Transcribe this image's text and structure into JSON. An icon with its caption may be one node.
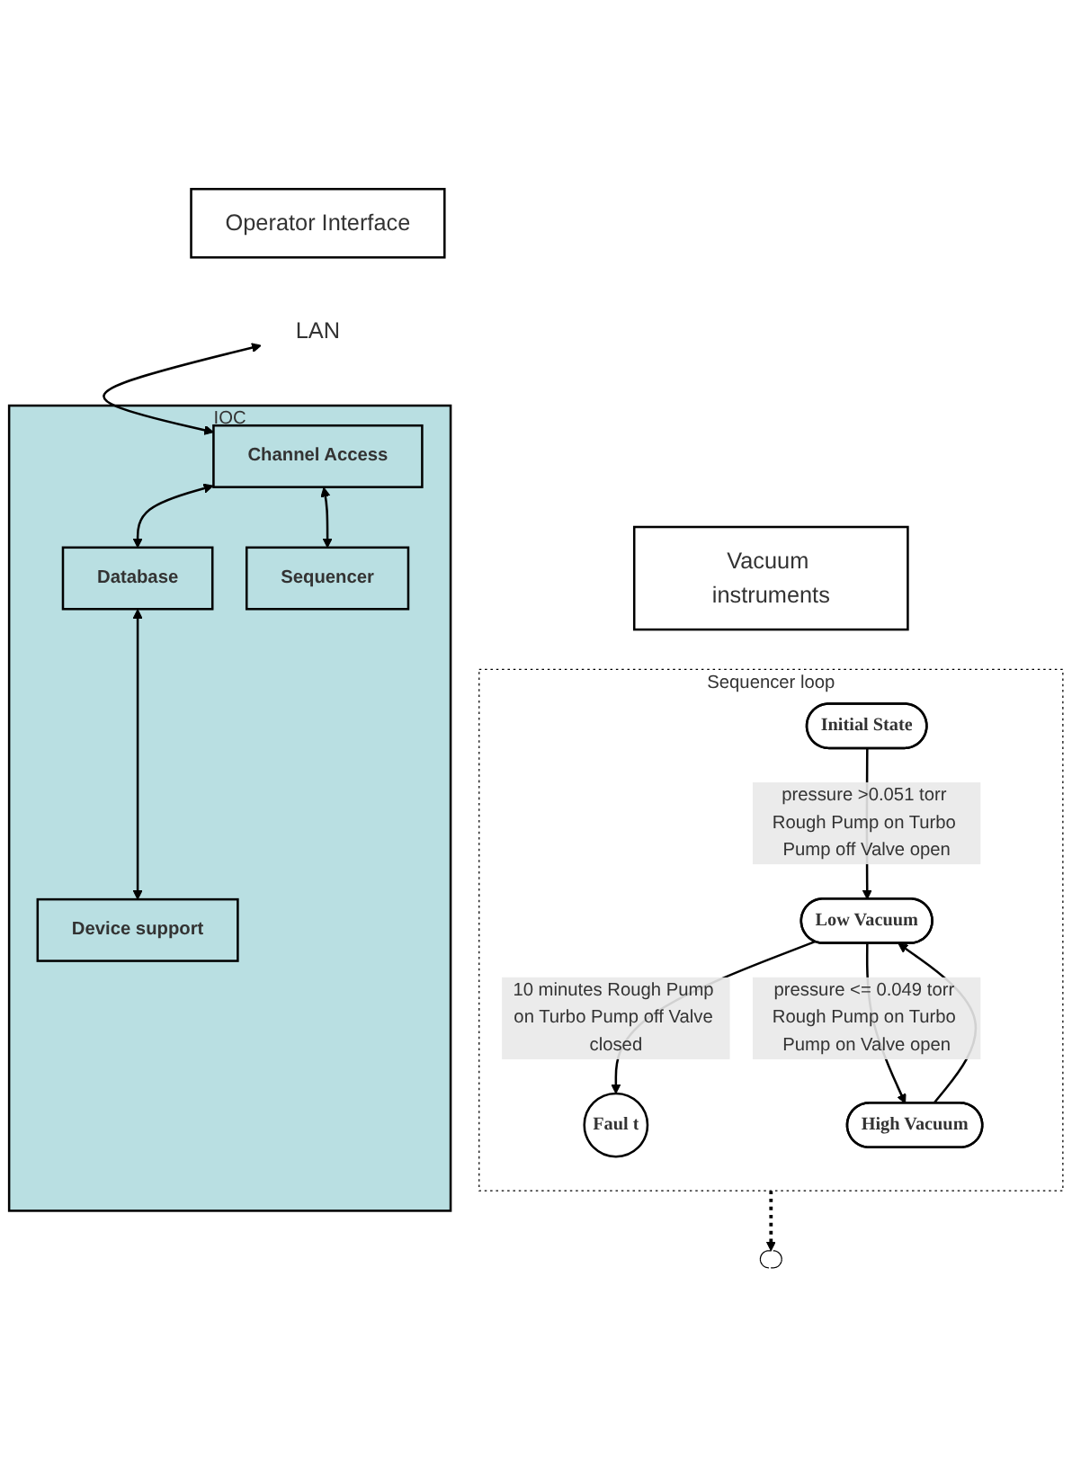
{
  "diagram": {
    "nodes": [
      {
        "text": [
          "Operator Interface"
        ]
      },
      {
        "text": [
          "LAN"
        ]
      },
      {
        "text": [
          "IOC"
        ]
      },
      {
        "text": [
          "Channel Access"
        ],
        "in": 2
      },
      {
        "text": [
          "Database"
        ],
        "in": 2
      },
      {
        "text": [
          "Sequencer"
        ],
        "in": 2
      },
      {
        "text": [
          "Device support"
        ],
        "in": 2
      },
      {
        "text": [],
        "shape": "circle"
      },
      {
        "text": [
          "Vacuum instruments"
        ]
      },
      {
        "text": [
          "Sequencer loop"
        ]
      },
      {
        "text": [
          "Initial State"
        ],
        "in": 9
      },
      {
        "text": [
          "Low Vacuum"
        ],
        "in": 9
      },
      {
        "text": [
          "Faul t"
        ],
        "in": 9
      },
      {
        "text": [
          "High Vacuum"
        ],
        "in": 9
      }
    ],
    "edges": [
      {
        "from": 1,
        "to": 3,
        "arrow": "both"
      },
      {
        "from": 3,
        "to": 4,
        "arrow": "both"
      },
      {
        "from": 3,
        "to": 5,
        "arrow": "both"
      },
      {
        "from": 4,
        "to": 6,
        "arrow": "both"
      },
      {
        "from": 9,
        "to": 7,
        "arrow": "to",
        "style": "dashed"
      },
      {
        "from": 10,
        "to": 11,
        "arrow": "to",
        "label": "pressure >0.051 torr Rough Pump on Turbo Pump off Valve open"
      },
      {
        "from": 11,
        "to": 12,
        "arrow": "to",
        "label": "10 minutes Rough Pump on Turbo Pump off Valve closed"
      },
      {
        "from": 11,
        "to": 13,
        "arrow": "to",
        "label": "pressure <= 0.049 torr Rough Pump on Turbo Pump on Valve open"
      },
      {
        "from": 13,
        "to": 11,
        "arrow": "to"
      }
    ]
  }
}
